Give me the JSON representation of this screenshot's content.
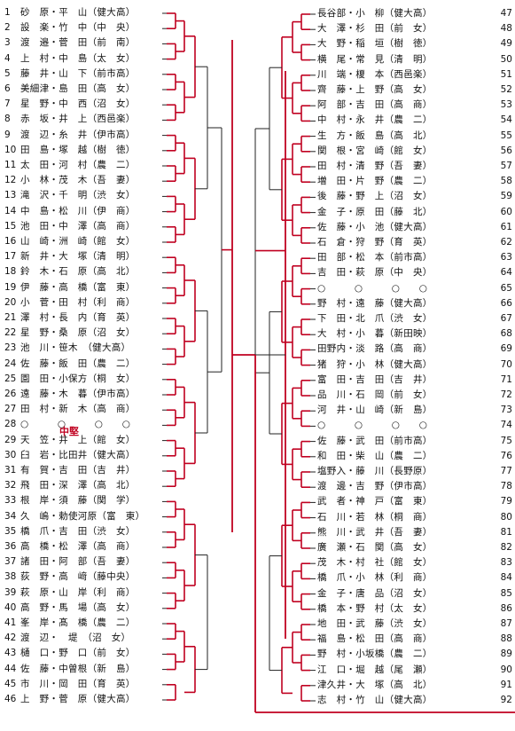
{
  "left_entries": [
    {
      "num": "1",
      "text": "砂　原・平　山（健大高）"
    },
    {
      "num": "2",
      "text": "設　楽・竹　中（中　央）"
    },
    {
      "num": "3",
      "text": "渡　邉・菅　田（前　南）"
    },
    {
      "num": "4",
      "text": "上　村・中　島（太　女）"
    },
    {
      "num": "5",
      "text": "藤　井・山　下（前市高）"
    },
    {
      "num": "6",
      "text": "美細津・島　田（高　女）"
    },
    {
      "num": "7",
      "text": "星　野・中　西（沼　女）"
    },
    {
      "num": "8",
      "text": "赤　坂・井　上（西邑楽）"
    },
    {
      "num": "9",
      "text": "渡　辺・糸　井（伊市高）"
    },
    {
      "num": "10",
      "text": "田　島・塚　越（樹　徳）"
    },
    {
      "num": "11",
      "text": "太　田・河　村（農　二）"
    },
    {
      "num": "12",
      "text": "小　林・茂　木（吾　妻）"
    },
    {
      "num": "13",
      "text": "滝　沢・千　明（渋　女）"
    },
    {
      "num": "14",
      "text": "中　島・松　川（伊　商）"
    },
    {
      "num": "15",
      "text": "池　田・中　澤（高　商）"
    },
    {
      "num": "16",
      "text": "山　崎・洲　崎（館　女）"
    },
    {
      "num": "17",
      "text": "新　井・大　塚（清　明）"
    },
    {
      "num": "18",
      "text": "鈴　木・石　原（高　北）"
    },
    {
      "num": "19",
      "text": "伊　藤・高　橋（富　東）"
    },
    {
      "num": "20",
      "text": "小　菅・田　村（利　商）"
    },
    {
      "num": "21",
      "text": "澤　村・長　内（育　英）"
    },
    {
      "num": "22",
      "text": "星　野・桑　原（沼　女）"
    },
    {
      "num": "23",
      "text": "池　川・笹木　（健大高）"
    },
    {
      "num": "24",
      "text": "佐　藤・飯　田（農　二）"
    },
    {
      "num": "25",
      "text": "園　田・小保方（桐　女）"
    },
    {
      "num": "26",
      "text": "遠　藤・木　暮（伊市高）"
    },
    {
      "num": "27",
      "text": "田　村・新　木（高　商）"
    },
    {
      "num": "28",
      "text": "○　　　○　　　○　　○"
    },
    {
      "num": "29",
      "text": "天　笠・井　上（館　女）"
    },
    {
      "num": "30",
      "text": "臼　岩・比田井（健大高）"
    },
    {
      "num": "31",
      "text": "有　賀・吉　田（吉　井）"
    },
    {
      "num": "32",
      "text": "飛　田・深　澤（高　北）"
    },
    {
      "num": "33",
      "text": "根　岸・須　藤（関　学）"
    },
    {
      "num": "34",
      "text": "久　嶋・勅使河原（富　東）"
    },
    {
      "num": "35",
      "text": "橋　爪・吉　田（渋　女）"
    },
    {
      "num": "36",
      "text": "高　橋・松　澤（高　商）"
    },
    {
      "num": "37",
      "text": "諸　田・阿　部（吾　妻）"
    },
    {
      "num": "38",
      "text": "荻　野・高　﨑（藤中央）"
    },
    {
      "num": "39",
      "text": "萩　原・山　岸（利　商）"
    },
    {
      "num": "40",
      "text": "高　野・馬　場（高　女）"
    },
    {
      "num": "41",
      "text": "峯　岸・髙　橋（農　二）"
    },
    {
      "num": "42",
      "text": "渡　辺・　堤　（沼　女）"
    },
    {
      "num": "43",
      "text": "樋　口・野　口（前　女）"
    },
    {
      "num": "44",
      "text": "佐　藤・中曽根（新　島）"
    },
    {
      "num": "45",
      "text": "市　川・岡　田（育　英）"
    },
    {
      "num": "46",
      "text": "上　野・菅　原（健大高）"
    }
  ],
  "right_entries": [
    {
      "num": "47",
      "text": "長谷部・小　柳（健大高）"
    },
    {
      "num": "48",
      "text": "大　澤・杉　田（前　女）"
    },
    {
      "num": "49",
      "text": "大　野・稲　垣（樹　徳）"
    },
    {
      "num": "50",
      "text": "横　尾・常　見（清　明）"
    },
    {
      "num": "51",
      "text": "川　端・榎　本（西邑楽）"
    },
    {
      "num": "52",
      "text": "齊　藤・上　野（高　女）"
    },
    {
      "num": "53",
      "text": "阿　部・吉　田（高　商）"
    },
    {
      "num": "54",
      "text": "中　村・永　井（農　二）"
    },
    {
      "num": "55",
      "text": "生　方・飯　島（高　北）"
    },
    {
      "num": "56",
      "text": "関　根・宮　崎（館　女）"
    },
    {
      "num": "57",
      "text": "田　村・清　野（吾　妻）"
    },
    {
      "num": "58",
      "text": "増　田・片　野（農　二）"
    },
    {
      "num": "59",
      "text": "後　藤・野　上（沼　女）"
    },
    {
      "num": "60",
      "text": "金　子・原　田（藤　北）"
    },
    {
      "num": "61",
      "text": "佐　藤・小　池（健大高）"
    },
    {
      "num": "62",
      "text": "石　倉・狩　野（育　英）"
    },
    {
      "num": "63",
      "text": "田　部・松　本（前市高）"
    },
    {
      "num": "64",
      "text": "吉　田・萩　原（中　央）"
    },
    {
      "num": "65",
      "text": "○　　　○　　　○　　○"
    },
    {
      "num": "66",
      "text": "野　村・遠　藤（健大高）"
    },
    {
      "num": "67",
      "text": "下　田・北　爪（渋　女）"
    },
    {
      "num": "68",
      "text": "大　村・小　暮（新田映）"
    },
    {
      "num": "69",
      "text": "田野内・淡　路（高　商）"
    },
    {
      "num": "70",
      "text": "猪　狩・小　林（健大高）"
    },
    {
      "num": "71",
      "text": "富　田・吉　田（吉　井）"
    },
    {
      "num": "72",
      "text": "品　川・石　岡（前　女）"
    },
    {
      "num": "73",
      "text": "河　井・山　崎（新　島）"
    },
    {
      "num": "74",
      "text": "○　　　○　　　○　　○"
    },
    {
      "num": "75",
      "text": "佐　藤・武　田（前市高）"
    },
    {
      "num": "76",
      "text": "和　田・柴　山（農　二）"
    },
    {
      "num": "77",
      "text": "塩野入・藤　川（長野原）"
    },
    {
      "num": "78",
      "text": "渡　邊・吉　野（伊市高）"
    },
    {
      "num": "79",
      "text": "武　者・神　戸（富　東）"
    },
    {
      "num": "80",
      "text": "石　川・若　林（桐　商）"
    },
    {
      "num": "81",
      "text": "熊　川・武　井（吾　妻）"
    },
    {
      "num": "82",
      "text": "廣　瀬・石　関（高　女）"
    },
    {
      "num": "83",
      "text": "茂　木・村　社（館　女）"
    },
    {
      "num": "84",
      "text": "橋　爪・小　林（利　商）"
    },
    {
      "num": "85",
      "text": "金　子・唐　品（沼　女）"
    },
    {
      "num": "86",
      "text": "橋　本・野　村（太　女）"
    },
    {
      "num": "87",
      "text": "地　田・武　藤（渋　女）"
    },
    {
      "num": "88",
      "text": "福　島・松　田（高　商）"
    },
    {
      "num": "89",
      "text": "野　村・小坂橋（農　二）"
    },
    {
      "num": "90",
      "text": "江　口・堀　越（尾　瀬）"
    },
    {
      "num": "91",
      "text": "津久井・大　塚（高　北）"
    },
    {
      "num": "92",
      "text": "志　村・竹　山（健大高）"
    }
  ],
  "annotations": {
    "note_chusen": "中堅"
  },
  "colors": {
    "ink": "#111111",
    "mark_red": "#c00020",
    "line_black": "#222222"
  }
}
